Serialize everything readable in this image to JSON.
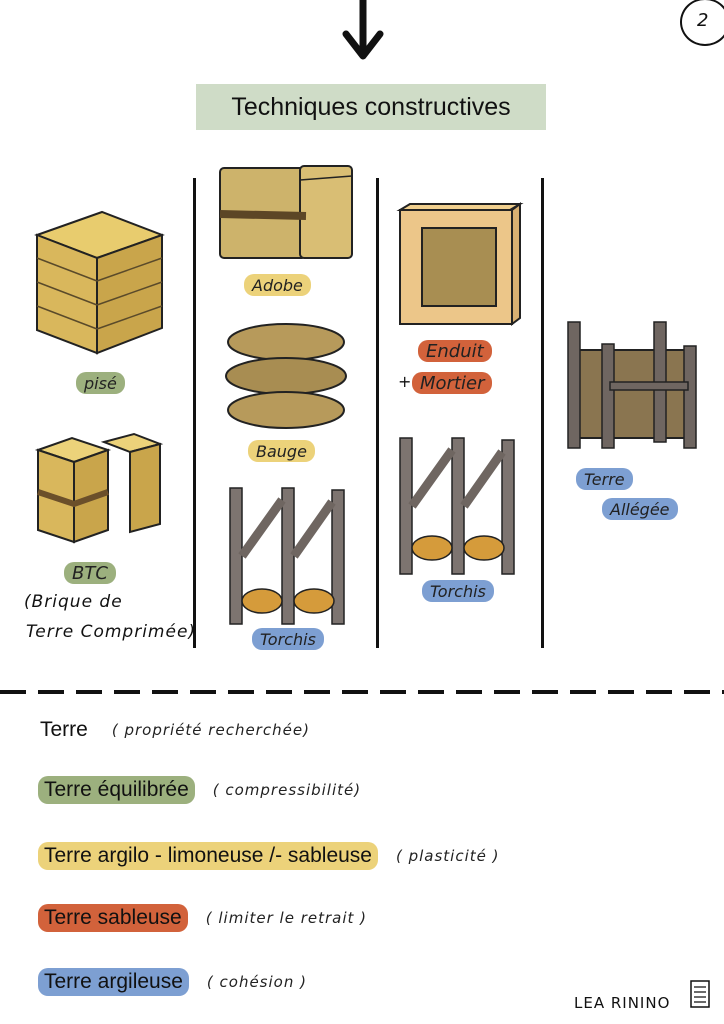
{
  "page_number": "2",
  "title": "Techniques constructives",
  "colors": {
    "green": "#9cb07e",
    "yellow": "#ecd27a",
    "red": "#d2623b",
    "blue": "#7d9fd2",
    "title_bg": "#cfdcc7",
    "earth": "#d9b75c",
    "wood": "#6f6661"
  },
  "techniques": {
    "pise": "pisé",
    "btc": "BTC",
    "btc_full_1": "(Brique de",
    "btc_full_2": "Terre Comprimée)",
    "adobe": "Adobe",
    "bauge": "Bauge",
    "torchis_left": "Torchis",
    "enduit": "Enduit",
    "plus": "+",
    "mortier": "Mortier",
    "torchis_right": "Torchis",
    "terre_allegee_1": "Terre",
    "terre_allegee_2": "Allégée"
  },
  "legend": [
    {
      "main": "Terre",
      "note": "( propriété recherchée)",
      "color": ""
    },
    {
      "main": "Terre équilibrée",
      "note": "( compressibilité)",
      "color": "green"
    },
    {
      "main": "Terre argilo - limoneuse /- sableuse",
      "note": "( plasticité )",
      "color": "yellow"
    },
    {
      "main": "Terre sableuse",
      "note": "( limiter le retrait )",
      "color": "red"
    },
    {
      "main": "Terre argileuse",
      "note": "( cohésion )",
      "color": "blue"
    }
  ],
  "author": "LEA RININO",
  "icons": [
    "arrow-down-icon",
    "signature-book-icon"
  ]
}
